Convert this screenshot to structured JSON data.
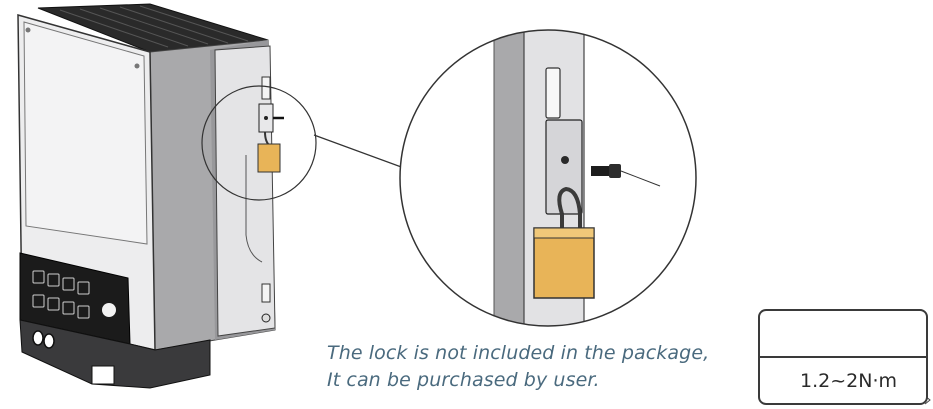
{
  "caption": {
    "line1": "The lock is not included in the package,",
    "line2": "It can be purchased by user."
  },
  "torque": {
    "value": "1.2~2N·m",
    "tool_icon": "screwdriver-icon",
    "rotation_icon": "clockwise-rotation-icon"
  },
  "colors": {
    "padlock": "#e8b458",
    "caption_text": "#4a6a7e",
    "display_panel": "#1b1b1b"
  }
}
